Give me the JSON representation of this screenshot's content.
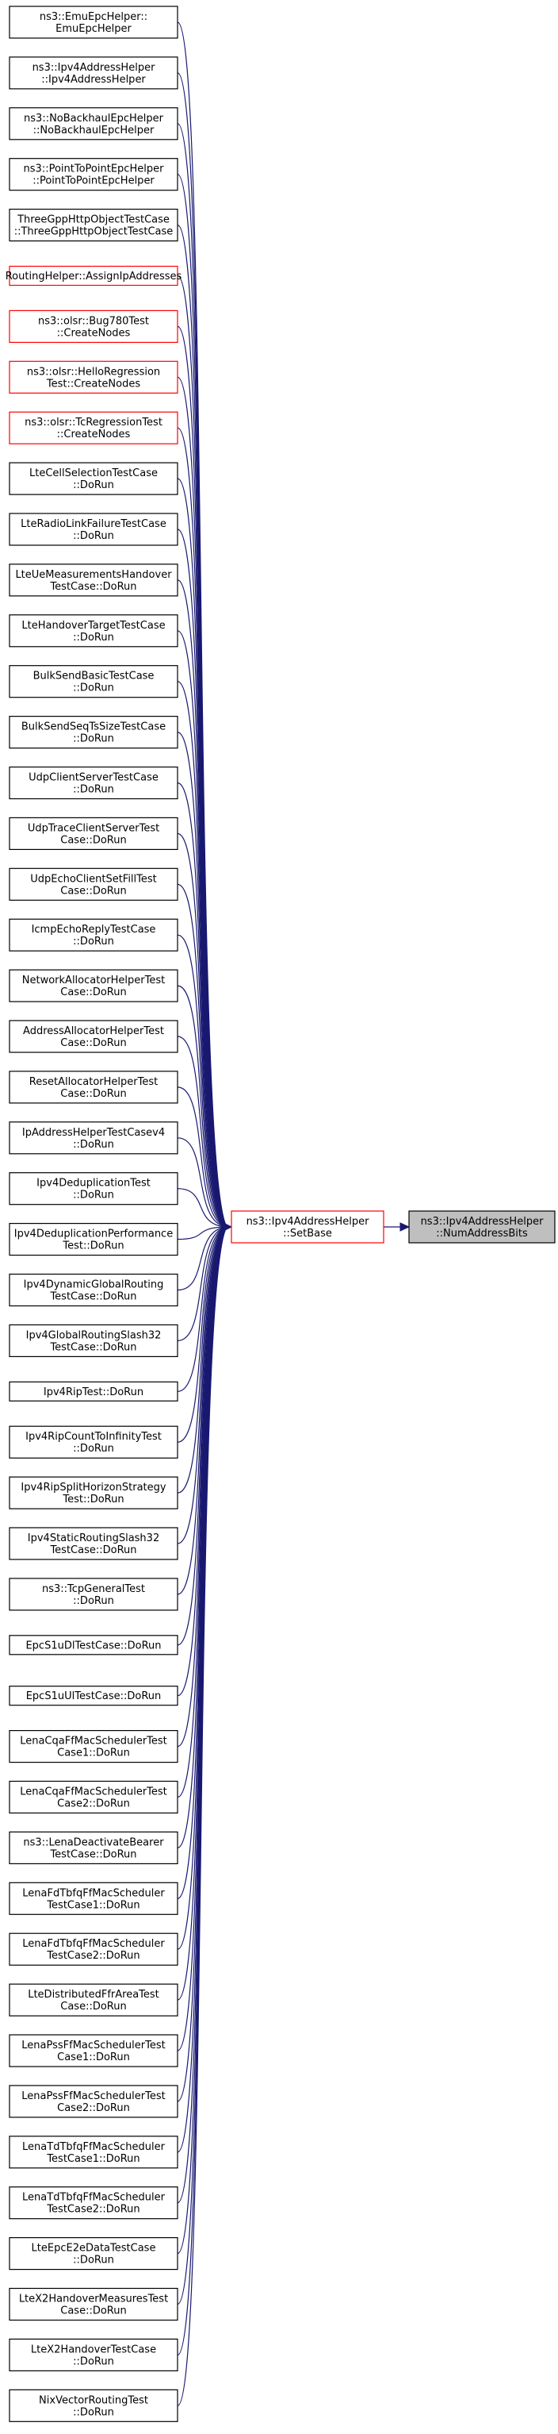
{
  "graph": {
    "caller_nodes": [
      {
        "lines": [
          "ns3::EmuEpcHelper::",
          "EmuEpcHelper"
        ],
        "red": false
      },
      {
        "lines": [
          "ns3::Ipv4AddressHelper",
          "::Ipv4AddressHelper"
        ],
        "red": false
      },
      {
        "lines": [
          "ns3::NoBackhaulEpcHelper",
          "::NoBackhaulEpcHelper"
        ],
        "red": false
      },
      {
        "lines": [
          "ns3::PointToPointEpcHelper",
          "::PointToPointEpcHelper"
        ],
        "red": false
      },
      {
        "lines": [
          "ThreeGppHttpObjectTestCase",
          "::ThreeGppHttpObjectTestCase"
        ],
        "red": false
      },
      {
        "lines": [
          "RoutingHelper::AssignIpAddresses"
        ],
        "red": true
      },
      {
        "lines": [
          "ns3::olsr::Bug780Test",
          "::CreateNodes"
        ],
        "red": true
      },
      {
        "lines": [
          "ns3::olsr::HelloRegression",
          "Test::CreateNodes"
        ],
        "red": true
      },
      {
        "lines": [
          "ns3::olsr::TcRegressionTest",
          "::CreateNodes"
        ],
        "red": true
      },
      {
        "lines": [
          "LteCellSelectionTestCase",
          "::DoRun"
        ],
        "red": false
      },
      {
        "lines": [
          "LteRadioLinkFailureTestCase",
          "::DoRun"
        ],
        "red": false
      },
      {
        "lines": [
          "LteUeMeasurementsHandover",
          "TestCase::DoRun"
        ],
        "red": false
      },
      {
        "lines": [
          "LteHandoverTargetTestCase",
          "::DoRun"
        ],
        "red": false
      },
      {
        "lines": [
          "BulkSendBasicTestCase",
          "::DoRun"
        ],
        "red": false
      },
      {
        "lines": [
          "BulkSendSeqTsSizeTestCase",
          "::DoRun"
        ],
        "red": false
      },
      {
        "lines": [
          "UdpClientServerTestCase",
          "::DoRun"
        ],
        "red": false
      },
      {
        "lines": [
          "UdpTraceClientServerTest",
          "Case::DoRun"
        ],
        "red": false
      },
      {
        "lines": [
          "UdpEchoClientSetFillTest",
          "Case::DoRun"
        ],
        "red": false
      },
      {
        "lines": [
          "IcmpEchoReplyTestCase",
          "::DoRun"
        ],
        "red": false
      },
      {
        "lines": [
          "NetworkAllocatorHelperTest",
          "Case::DoRun"
        ],
        "red": false
      },
      {
        "lines": [
          "AddressAllocatorHelperTest",
          "Case::DoRun"
        ],
        "red": false
      },
      {
        "lines": [
          "ResetAllocatorHelperTest",
          "Case::DoRun"
        ],
        "red": false
      },
      {
        "lines": [
          "IpAddressHelperTestCasev4",
          "::DoRun"
        ],
        "red": false
      },
      {
        "lines": [
          "Ipv4DeduplicationTest",
          "::DoRun"
        ],
        "red": false
      },
      {
        "lines": [
          "Ipv4DeduplicationPerformance",
          "Test::DoRun"
        ],
        "red": false
      },
      {
        "lines": [
          "Ipv4DynamicGlobalRouting",
          "TestCase::DoRun"
        ],
        "red": false
      },
      {
        "lines": [
          "Ipv4GlobalRoutingSlash32",
          "TestCase::DoRun"
        ],
        "red": false
      },
      {
        "lines": [
          "Ipv4RipTest::DoRun"
        ],
        "red": false
      },
      {
        "lines": [
          "Ipv4RipCountToInfinityTest",
          "::DoRun"
        ],
        "red": false
      },
      {
        "lines": [
          "Ipv4RipSplitHorizonStrategy",
          "Test::DoRun"
        ],
        "red": false
      },
      {
        "lines": [
          "Ipv4StaticRoutingSlash32",
          "TestCase::DoRun"
        ],
        "red": false
      },
      {
        "lines": [
          "ns3::TcpGeneralTest",
          "::DoRun"
        ],
        "red": false
      },
      {
        "lines": [
          "EpcS1uDlTestCase::DoRun"
        ],
        "red": false
      },
      {
        "lines": [
          "EpcS1uUlTestCase::DoRun"
        ],
        "red": false
      },
      {
        "lines": [
          "LenaCqaFfMacSchedulerTest",
          "Case1::DoRun"
        ],
        "red": false
      },
      {
        "lines": [
          "LenaCqaFfMacSchedulerTest",
          "Case2::DoRun"
        ],
        "red": false
      },
      {
        "lines": [
          "ns3::LenaDeactivateBearer",
          "TestCase::DoRun"
        ],
        "red": false
      },
      {
        "lines": [
          "LenaFdTbfqFfMacScheduler",
          "TestCase1::DoRun"
        ],
        "red": false
      },
      {
        "lines": [
          "LenaFdTbfqFfMacScheduler",
          "TestCase2::DoRun"
        ],
        "red": false
      },
      {
        "lines": [
          "LteDistributedFfrAreaTest",
          "Case::DoRun"
        ],
        "red": false
      },
      {
        "lines": [
          "LenaPssFfMacSchedulerTest",
          "Case1::DoRun"
        ],
        "red": false
      },
      {
        "lines": [
          "LenaPssFfMacSchedulerTest",
          "Case2::DoRun"
        ],
        "red": false
      },
      {
        "lines": [
          "LenaTdTbfqFfMacScheduler",
          "TestCase1::DoRun"
        ],
        "red": false
      },
      {
        "lines": [
          "LenaTdTbfqFfMacScheduler",
          "TestCase2::DoRun"
        ],
        "red": false
      },
      {
        "lines": [
          "LteEpcE2eDataTestCase",
          "::DoRun"
        ],
        "red": false
      },
      {
        "lines": [
          "LteX2HandoverMeasuresTest",
          "Case::DoRun"
        ],
        "red": false
      },
      {
        "lines": [
          "LteX2HandoverTestCase",
          "::DoRun"
        ],
        "red": false
      },
      {
        "lines": [
          "NixVectorRoutingTest",
          "::DoRun"
        ],
        "red": false
      }
    ],
    "middle_node": {
      "lines": [
        "ns3::Ipv4AddressHelper",
        "::SetBase"
      ],
      "red": true
    },
    "target_node": {
      "lines": [
        "ns3::Ipv4AddressHelper",
        "::NumAddressBits"
      ]
    },
    "colors": {
      "edge": "#191970",
      "red_border": "#ff0000",
      "target_fill": "#bfbfbf"
    }
  }
}
